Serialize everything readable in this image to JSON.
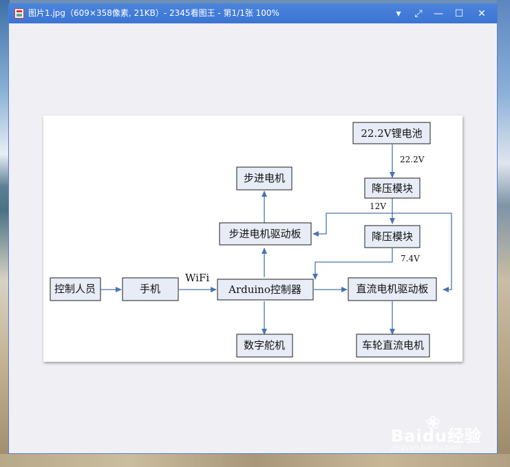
{
  "window": {
    "title": "图片1.jpg（609×358像素, 21KB）- 2345看图王 - 第1/1张 100%",
    "buttons": {
      "menu": "▾",
      "fullscreen": "⤢",
      "minimize": "—",
      "maximize": "☐",
      "close": "✕"
    }
  },
  "diagram": {
    "boxes": {
      "battery": "22.2V锂电池",
      "buck1": "降压模块",
      "buck2": "降压模块",
      "stepper_motor": "步进电机",
      "stepper_driver": "步进电机驱动板",
      "operator": "控制人员",
      "phone": "手机",
      "arduino": "Arduino控制器",
      "dc_driver": "直流电机驱动板",
      "servo": "数字舵机",
      "wheel_motor": "车轮直流电机"
    },
    "labels": {
      "v222": "22.2V",
      "v12": "12V",
      "v74": "7.4V",
      "wifi": "WiFi"
    }
  },
  "watermark": {
    "logo": "Baidu经验",
    "sub": "jingyan.baidu.com"
  },
  "colors": {
    "titlebar": "#3c74d3",
    "arrow": "#4a73b0",
    "box_fill": "#e8ecf7"
  }
}
